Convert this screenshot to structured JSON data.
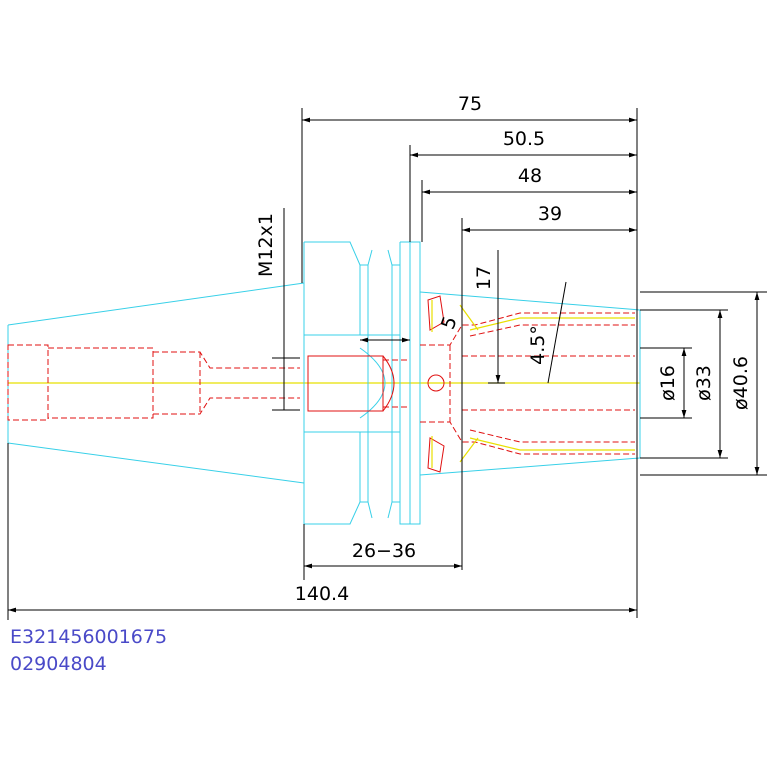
{
  "dimensions": {
    "d75": "75",
    "d50_5": "50.5",
    "d48": "48",
    "d39": "39",
    "d17": "17",
    "d5": "5",
    "angle": "4.5°",
    "thread": "M12x1",
    "dia16": "ø16",
    "dia33": "ø33",
    "dia40_6": "ø40.6",
    "range": "26−36",
    "overall": "140.4"
  },
  "notes": {
    "line1": "E321456001675",
    "line2": "02904804"
  },
  "colors": {
    "outline": "#38d0e8",
    "hidden": "#e01010",
    "center": "#e8e000",
    "dimension": "#000000",
    "note": "#4a4ac8"
  }
}
